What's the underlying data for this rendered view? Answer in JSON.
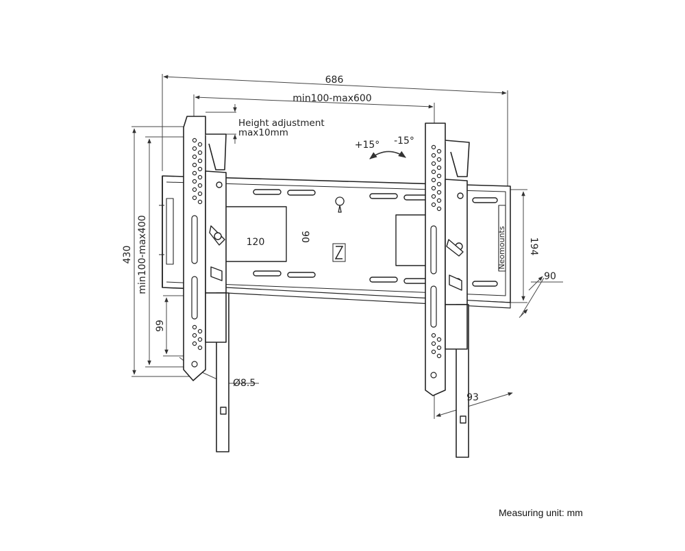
{
  "dimensions": {
    "overall_width": "686",
    "hole_span": "min100-max600",
    "overall_height": "430",
    "vertical_span": "min100-max400",
    "plate_width": "120",
    "plate_height": "90",
    "plate_depth": "194",
    "wall_depth": "90",
    "tv_depth": "93",
    "hole_offset": "99",
    "hole_diameter": "Ø8.5"
  },
  "annotations": {
    "height_adjustment_line1": "Height adjustment",
    "height_adjustment_line2": "max10mm",
    "tilt_up": "+15°",
    "tilt_down": "-15°",
    "brand_mark": "Neomounts"
  },
  "footer": {
    "unit_note": "Measuring unit: mm"
  }
}
